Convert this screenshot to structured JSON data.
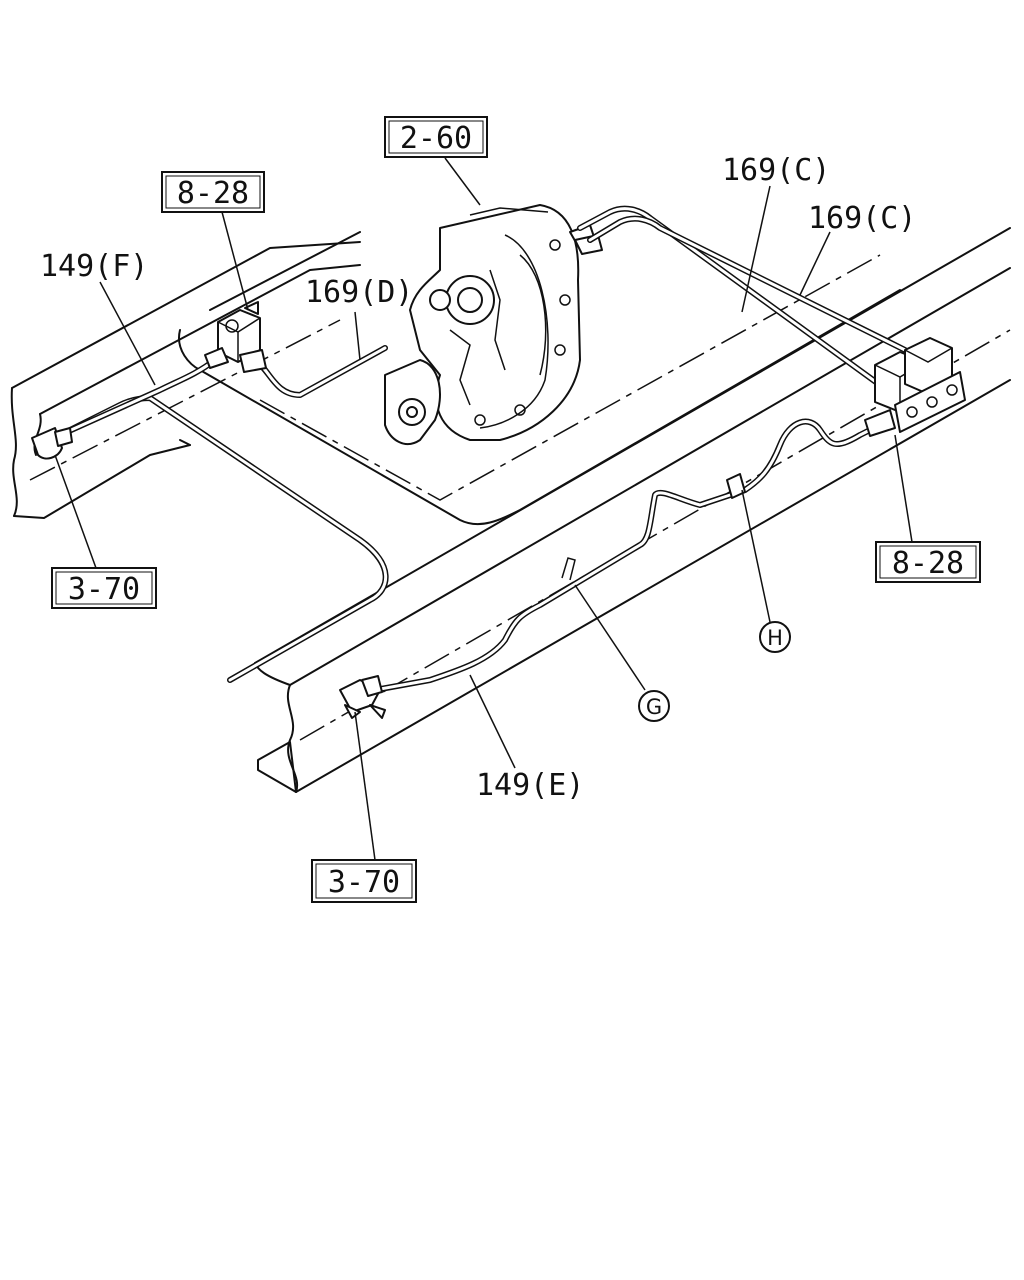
{
  "labels": {
    "ref_2_60": "2-60",
    "ref_8_28_left": "8-28",
    "ref_8_28_right": "8-28",
    "ref_3_70_left": "3-70",
    "ref_3_70_bottom": "3-70",
    "part_149f": "149(F)",
    "part_169d": "169(D)",
    "part_169c_upper": "169(C)",
    "part_169c_lower": "169(C)",
    "part_149e": "149(E)",
    "clip_g": "G",
    "clip_h": "H"
  }
}
